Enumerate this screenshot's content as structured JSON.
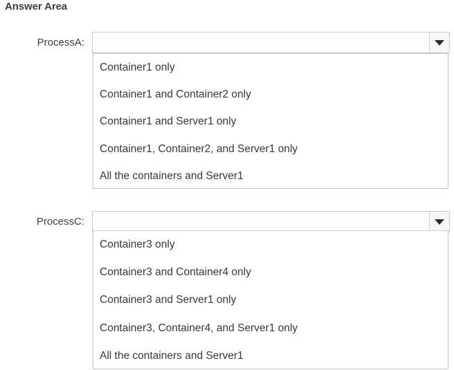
{
  "heading": "Answer Area",
  "fields": [
    {
      "label": "ProcessA:",
      "combo_value": "",
      "combo_placeholder": "",
      "arrow_icon": "chevron-down-icon",
      "options": [
        "Container1 only",
        "Container1 and Container2 only",
        "Container1 and Server1 only",
        "Container1, Container2, and Server1 only",
        "All the containers and Server1"
      ]
    },
    {
      "label": "ProcessC:",
      "combo_value": "",
      "combo_placeholder": "",
      "arrow_icon": "chevron-down-icon",
      "options": [
        "Container3 only",
        "Container3 and Container4 only",
        "Container3 and Server1 only",
        "Container3, Container4, and Server1 only",
        "All the containers and Server1"
      ]
    }
  ],
  "colors": {
    "text": "#3d3d3d",
    "list_background": "#ffffff",
    "border": "#c0c0c0",
    "arrow": "#2c2c2c"
  }
}
